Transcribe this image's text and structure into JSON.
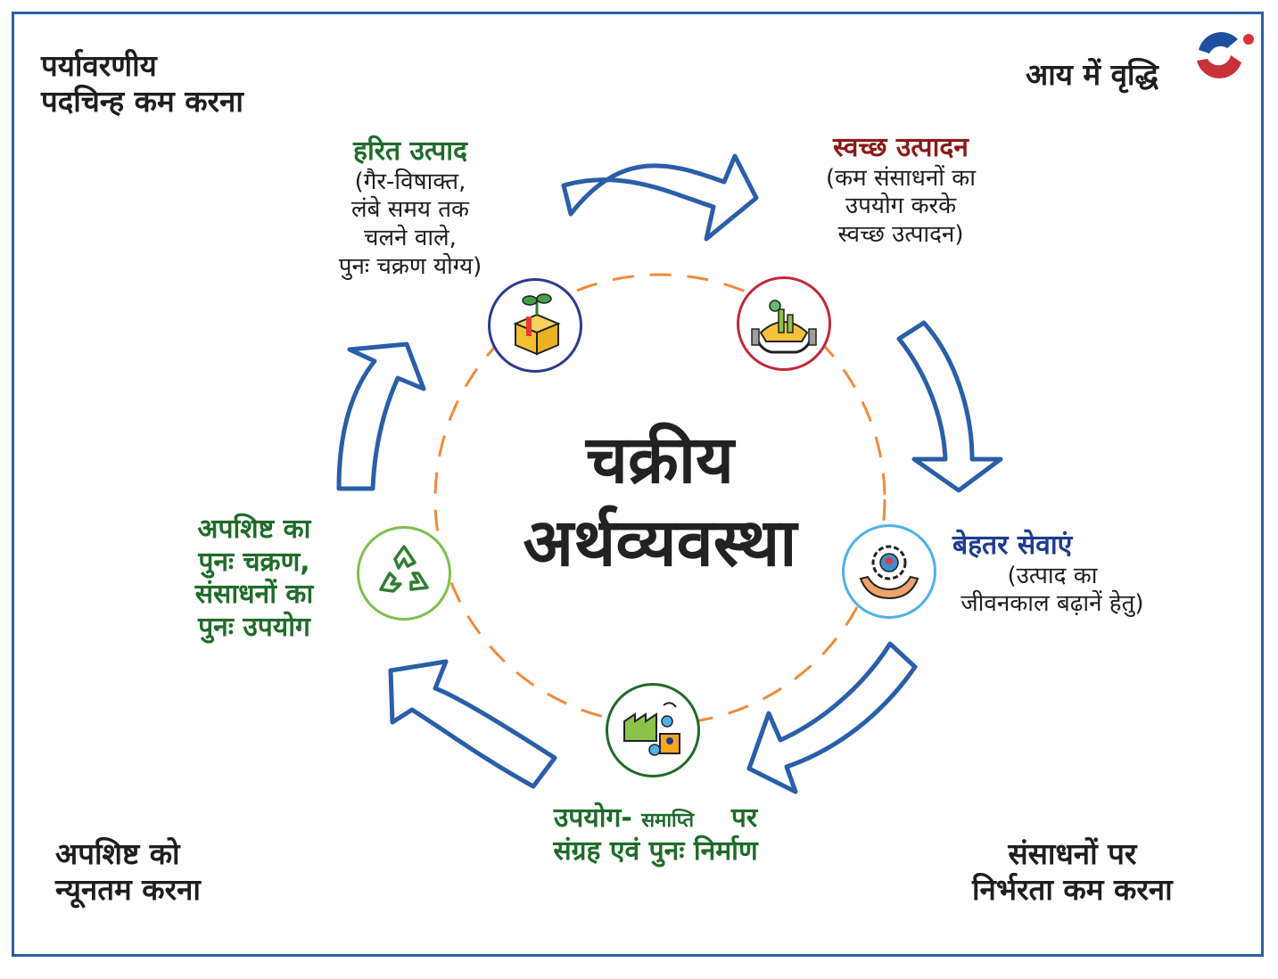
{
  "corners": {
    "top_left": [
      "पर्यावरणीय",
      "पदचिन्ह कम करना"
    ],
    "top_right": "आय में वृद्धि",
    "bottom_left": [
      "अपशिष्ट को",
      "न्यूनतम करना"
    ],
    "bottom_right": [
      "संसाधनों पर",
      "निर्भरता कम करना"
    ]
  },
  "center": [
    "चक्रीय",
    "अर्थव्यवस्था"
  ],
  "stages": {
    "green_products": {
      "title": "हरित उत्पाद",
      "desc": [
        "(गैर-विषाक्त,",
        "लंबे समय तक",
        "चलने वाले,",
        "पुनः चक्रण योग्य)"
      ],
      "icon": "box-plant-icon"
    },
    "clean_production": {
      "title": "स्वच्छ उत्पादन",
      "desc": [
        "(कम संसाधनों का",
        "उपयोग करके",
        "स्वच्छ उत्पादन)"
      ],
      "icon": "hands-factory-icon"
    },
    "better_services": {
      "title": "बेहतर सेवाएं",
      "desc": [
        "(उत्पाद का",
        "जीवनकाल बढ़ानें हेतु)"
      ],
      "icon": "hands-gear-icon"
    },
    "collection": {
      "title_a": "उपयोग-",
      "title_b": "समाप्ति",
      "title_c": "पर",
      "title_line2": "संग्रह एवं पुनः निर्माण",
      "icon": "factory-recycle-icon"
    },
    "recycling": {
      "title": [
        "अपशिष्ट का",
        "पुनः चक्रण,",
        "संसाधनों का",
        "पुनः उपयोग"
      ],
      "icon": "recycle-icon"
    }
  },
  "colors": {
    "frame": "#2a5ea8",
    "arrow": "#2a5ea8",
    "dash": "#f08a3c",
    "green": "#1f6b2a",
    "red": "#8b1a1a",
    "blue": "#1f3b8f"
  }
}
